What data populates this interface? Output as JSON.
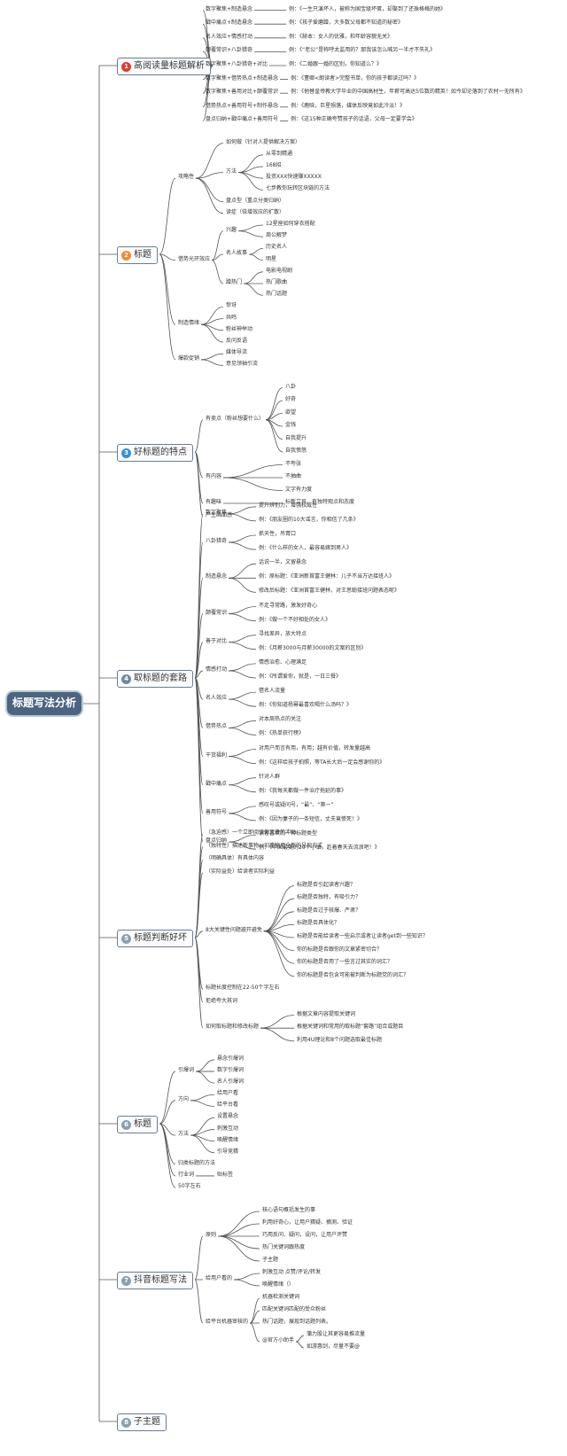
{
  "diagram": {
    "root": "标题写法分析",
    "branch_colors": [
      "#e03c31",
      "#f28a2e",
      "#3a8fd6",
      "#6e8a9e",
      "#8aa0b0",
      "#8aa0b0",
      "#8aa0b0",
      "#8aa0b0"
    ],
    "branches": [
      {
        "num": "1",
        "title": "高阅读量标题解析",
        "children": [
          {
            "text": "数字聚焦+制造悬念",
            "children": [
              {
                "text": "例：《一生只演坏人，被称为国宝级坏蛋，却娶到了还珠格格的她》"
              }
            ]
          },
          {
            "text": "戳中痛点+制造悬念",
            "children": [
              {
                "text": "例：《孩子爱磨蹭，大多数父母都不知道的秘密》"
              }
            ]
          },
          {
            "text": "名人效应+情感打动",
            "children": [
              {
                "text": "例：《赫本：女人的优雅，和年龄容貌无关》"
              }
            ]
          },
          {
            "text": "颠覆常识+八卦猎奇",
            "children": [
              {
                "text": "例：《“老公”是称呼太监用的？那我该怎么喊另一半才不失礼》"
              }
            ]
          },
          {
            "text": "数字聚焦+八卦猎奇+对比",
            "children": [
              {
                "text": "例：《二婚跟一婚的区别，你知道么？》"
              }
            ]
          },
          {
            "text": "数字聚焦+借势热点+制造悬念",
            "children": [
              {
                "text": "例：《董卿<朗读者>完整书单，你的孩子都读过吗？》"
              }
            ]
          },
          {
            "text": "数字聚焦+善用对比+颠覆常识",
            "children": [
              {
                "text": "例：《他替皇帝教大学毕业的中国高材生，年薪可高达5位数的精英！如今却沦落到了农村一无所有》"
              }
            ]
          },
          {
            "text": "借势热点+善用符号+制作悬念",
            "children": [
              {
                "text": "例：《鹿晗，巨星殒落，媒体反映竟如此冷淡！》"
              }
            ]
          },
          {
            "text": "盘点归纳+戳中痛点+善用符号",
            "children": [
              {
                "text": "例：《这15种正确夸赞孩子的话语，父母一定要学会》"
              }
            ]
          }
        ]
      },
      {
        "num": "2",
        "title": "标题",
        "children": [
          {
            "text": "攻略性",
            "children": [
              {
                "text": "如何做（针对人提供解决方案）"
              },
              {
                "text": "方法",
                "children": [
                  {
                    "text": "从零到精通"
                  },
                  {
                    "text": "168招"
                  },
                  {
                    "text": "投资XXX快速赚XXXXX"
                  },
                  {
                    "text": "七步教你玩转区块链的方法"
                  }
                ]
              },
              {
                "text": "盘点型（重点分类归纳）"
              },
              {
                "text": "读症（倍增效应的扩散）"
              }
            ]
          },
          {
            "text": "借势光环效应",
            "children": [
              {
                "text": "兴趣",
                "children": [
                  {
                    "text": "12星座如何穿衣搭配"
                  },
                  {
                    "text": "周公解梦"
                  }
                ]
              },
              {
                "text": "名人故事",
                "children": [
                  {
                    "text": "历史名人"
                  },
                  {
                    "text": "明星"
                  }
                ]
              },
              {
                "text": "蹭热门",
                "children": [
                  {
                    "text": "电影电视剧"
                  },
                  {
                    "text": "热门歌曲"
                  },
                  {
                    "text": "热门话题"
                  }
                ]
              }
            ]
          },
          {
            "text": "制造情绪",
            "children": [
              {
                "text": "惊讶"
              },
              {
                "text": "共鸣"
              },
              {
                "text": "粉丝神举动"
              },
              {
                "text": "反问反语"
              }
            ]
          },
          {
            "text": "爆款促销",
            "children": [
              {
                "text": "媒体导流"
              },
              {
                "text": "意见领袖引流"
              }
            ]
          }
        ]
      },
      {
        "num": "3",
        "title": "好标题的特点",
        "children": [
          {
            "text": "有卖点（粉丝想要什么）",
            "children": [
              {
                "text": "八卦"
              },
              {
                "text": "好奇"
              },
              {
                "text": "欲望"
              },
              {
                "text": "金钱"
              },
              {
                "text": "自我提升"
              },
              {
                "text": "自我愤怒"
              }
            ]
          },
          {
            "text": "有内容",
            "children": [
              {
                "text": "不夸张"
              },
              {
                "text": "不抽曲"
              },
              {
                "text": "文字有力度"
              }
            ]
          },
          {
            "text": "有趣味",
            "children": [
              {
                "text": "标新立异，有独特观点和态度"
              }
            ]
          },
          {
            "text": "产生画面感"
          }
        ]
      },
      {
        "num": "4",
        "title": "取标题的套路",
        "children": [
          {
            "text": "数字聚焦",
            "children": [
              {
                "text": "提升辨别力，增强权威性"
              },
              {
                "text": "例：《朋友圈的10大谣言，你相信了几条》"
              }
            ]
          },
          {
            "text": "八卦猎奇",
            "children": [
              {
                "text": "抓天性，吊胃口"
              },
              {
                "text": "例：《什么样的女人，最容易嫁到男人》"
              }
            ]
          },
          {
            "text": "制造悬念",
            "children": [
              {
                "text": "话说一半，文留悬念"
              },
              {
                "text": "例：原标题：《亚洲新首富王健林：儿子不当万达接班人》"
              },
              {
                "text": "修改后标题：《亚洲首富王健林，对王思聪接班问题表态呢》"
              }
            ]
          },
          {
            "text": "颠覆常识",
            "children": [
              {
                "text": "不走寻常路，激发好奇心"
              },
              {
                "text": "例：《做一个不好相处的女人》"
              }
            ]
          },
          {
            "text": "善于对比",
            "children": [
              {
                "text": "寻找差异，放大特点"
              },
              {
                "text": "例：《月薪3000与月薪30000的文案的区别》"
              }
            ]
          },
          {
            "text": "情感打动",
            "children": [
              {
                "text": "情感治愈、心理满足"
              },
              {
                "text": "例：《所谓爱你，就是，一日三餐》"
              }
            ]
          },
          {
            "text": "名人效应",
            "children": [
              {
                "text": "借名人流量"
              },
              {
                "text": "例：《你知道杨幂最喜欢喝什么汤吗？》"
              }
            ]
          },
          {
            "text": "借势热点",
            "children": [
              {
                "text": "对本周热点的关注"
              },
              {
                "text": "例：《热单获行榜》"
              }
            ]
          },
          {
            "text": "干货福利",
            "children": [
              {
                "text": "对用户而言有用，有用；越有价值，转发量越高"
              },
              {
                "text": "例：《这样给孩子拍照，等TA长大后一定会感谢你的》"
              }
            ]
          },
          {
            "text": "戳中痛点",
            "children": [
              {
                "text": "针对人群"
              },
              {
                "text": "例：《我每天都做一件治疗拖延的事》"
              }
            ]
          },
          {
            "text": "善用符号",
            "children": [
              {
                "text": "感叹号或疑问号，“最”、“第一”"
              },
              {
                "text": "例：《因为妻子的一条短信，丈夫竟惨死！》"
              }
            ]
          },
          {
            "text": "盘点归纳",
            "children": [
              {
                "text": "读者喜欢的一种标题类型"
              },
              {
                "text": "例：《中国最美的20个小镇，趁着春天去流浪吧！》"
              }
            ]
          }
        ]
      },
      {
        "num": "5",
        "title": "标题判断好坏",
        "children": [
          {
            "text": "（急迫感）一个立即阅读你文章的冲动"
          },
          {
            "text": "（独特性）描述新事物or旧事物用全新的呈现方式"
          },
          {
            "text": "（明确具体）有具体内容"
          },
          {
            "text": "（实际益处）给读者实际利益"
          },
          {
            "text": "8大关键性问题避开避免",
            "children": [
              {
                "text": "标题是否引起读者兴趣？"
              },
              {
                "text": "标题是否独特，有吸引力？"
              },
              {
                "text": "标题是否过于核爆、严肃？"
              },
              {
                "text": "标题是否具体化？"
              },
              {
                "text": "标题是否能给读者一些启示或者让读者get到一些知识？"
              },
              {
                "text": "你的标题是否跟你的文章紧密切合？"
              },
              {
                "text": "你的标题是否用了一些言过其实的词汇？"
              },
              {
                "text": "你的标题是否包含可能被判断为标题党的词汇？"
              }
            ]
          },
          {
            "text": "标题长度控制在22-50个字左右"
          },
          {
            "text": "拒绝夸大其词"
          },
          {
            "text": "如何取标题和修改标题",
            "children": [
              {
                "text": "根据文章内容提取关键词"
              },
              {
                "text": "根据关键词和常用的取标题“套路”组合或题目"
              },
              {
                "text": "利用4U理论和8个问题选取最佳标题"
              }
            ]
          }
        ]
      },
      {
        "num": "6",
        "title": "标题",
        "children": [
          {
            "text": "引爆词",
            "children": [
              {
                "text": "悬念引爆词"
              },
              {
                "text": "数字引爆词"
              },
              {
                "text": "名人引爆词"
              }
            ]
          },
          {
            "text": "方向",
            "children": [
              {
                "text": "给用户看"
              },
              {
                "text": "给平台看"
              }
            ]
          },
          {
            "text": "方法",
            "children": [
              {
                "text": "设置悬念"
              },
              {
                "text": "刺激互动"
              },
              {
                "text": "唤醒情绪"
              },
              {
                "text": "引导竞猜"
              }
            ]
          },
          {
            "text": "归类标题的方法"
          },
          {
            "text": "行业词",
            "children": [
              {
                "text": "贴标签"
              }
            ]
          },
          {
            "text": "50字左右"
          }
        ]
      },
      {
        "num": "7",
        "title": "抖音标题写法",
        "children": [
          {
            "text": "原则",
            "children": [
              {
                "text": "核心语句概括发生的事"
              },
              {
                "text": "利用好奇心，让用户猜疑、摘测、验证"
              },
              {
                "text": "巧用反问、疑问，设问，让用户评赞"
              },
              {
                "text": "热门关键词跟热度"
              },
              {
                "text": "子主题"
              }
            ]
          },
          {
            "text": "给用户看的",
            "children": [
              {
                "text": "刺激互动 点赞/评论/转发"
              },
              {
                "text": "唤醒情绪（）"
              }
            ]
          },
          {
            "text": "给平台机器审核的",
            "children": [
              {
                "text": "机器检测关键词"
              },
              {
                "text": "匹配关键词匹配的受众粉丝"
              },
              {
                "text": "热门话题，展现到话题列表。"
              },
              {
                "text": "@官方小助手",
                "children": [
                  {
                    "text": "蒲力股让其更容易推流量"
                  },
                  {
                    "text": "如游惠剑，尽量不要@"
                  }
                ]
              }
            ]
          }
        ]
      },
      {
        "num": "8",
        "title": "子主题",
        "children": []
      }
    ]
  }
}
